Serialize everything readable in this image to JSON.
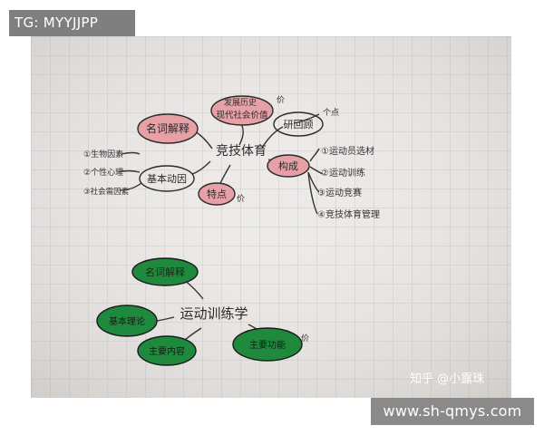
{
  "overlay": {
    "corner_label": "TG: MYYJJPP",
    "site_label": "www.sh-qmys.com",
    "photo_watermark": "知乎 @小露珠"
  },
  "mindmap_top": {
    "center": "竞技体育",
    "nodes": {
      "definition": "名词解释",
      "history": "发展历史",
      "development": "现代社会价值",
      "development_suffix": "价",
      "review": "研回顾",
      "review_suffix": "个点",
      "composition": "构成",
      "features": "特点",
      "features_suffix": "价",
      "basic_motive": "基本动因"
    },
    "motive_items": [
      "①生物因素",
      "②个性心理",
      "③社会需因素"
    ],
    "composition_items": [
      "①运动员选材",
      "②运动训练",
      "③运动竞赛",
      "④竞技体育管理"
    ]
  },
  "mindmap_bottom": {
    "center": "运动训练学",
    "nodes": {
      "definition": "名词解释",
      "basic_theory": "基本理论",
      "content": "主要内容",
      "function": "主要功能",
      "function_suffix": "价"
    }
  },
  "colors": {
    "paper": "#e9e6e3",
    "grid": "#c6c8d6",
    "pink_highlight": "#e8a3a8",
    "green_highlight": "#1f8a3e",
    "ink": "#2b2b2b"
  }
}
